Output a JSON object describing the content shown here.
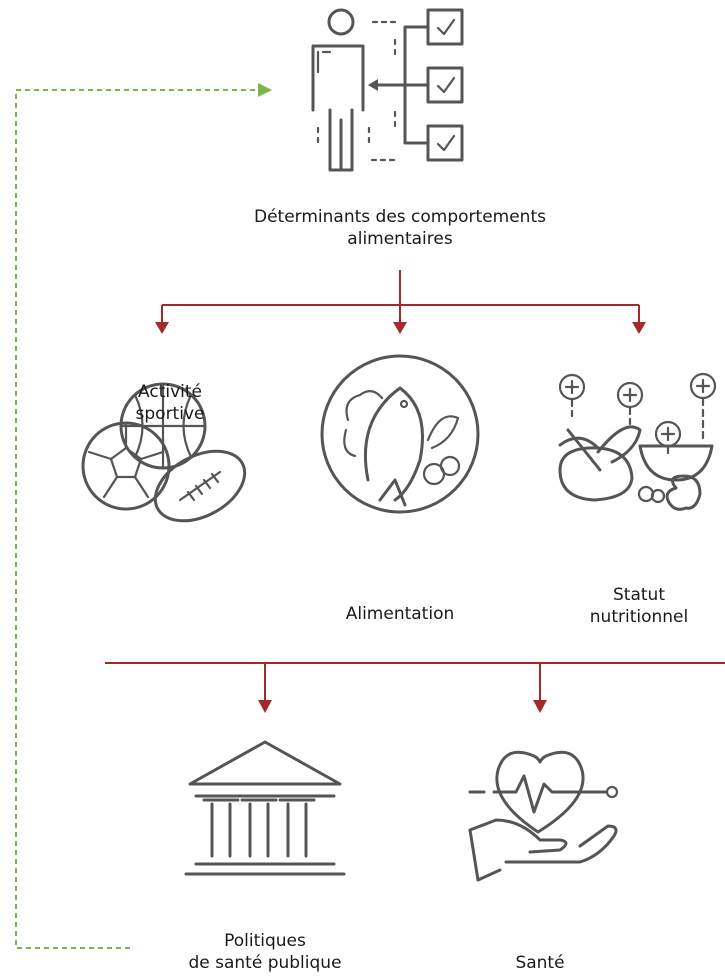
{
  "colors": {
    "arrow": "#a22a2a",
    "feedback": "#7ab648",
    "icon": "#555555",
    "text": "#1a1a1a"
  },
  "nodes": {
    "determinants": {
      "line1": "Déterminants des comportements",
      "line2": "alimentaires",
      "icon": "person-checklist-icon"
    },
    "activite": {
      "line1": "Activité",
      "line2": "sportive",
      "icon": "sports-balls-icon"
    },
    "alimentation": {
      "line1": "Alimentation",
      "icon": "fish-plate-icon"
    },
    "statut": {
      "line1": "Statut",
      "line2": "nutritionnel",
      "icon": "food-nutrients-icon"
    },
    "politiques": {
      "line1": "Politiques",
      "line2": "de santé publique",
      "icon": "government-building-icon"
    },
    "sante": {
      "line1": "Santé",
      "icon": "heart-hand-icon"
    }
  }
}
